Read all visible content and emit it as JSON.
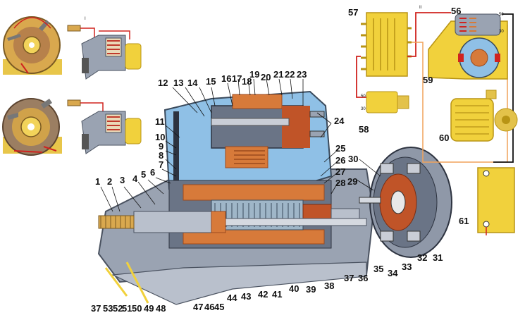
{
  "callouts": [
    "1",
    "2",
    "3",
    "4",
    "5",
    "6",
    "7",
    "8",
    "9",
    "10",
    "11",
    "12",
    "13",
    "14",
    "15",
    "16",
    "17",
    "18",
    "19",
    "20",
    "21",
    "22",
    "23",
    "24",
    "25",
    "26",
    "27",
    "28",
    "29",
    "30",
    "31",
    "32",
    "33",
    "34",
    "35",
    "36",
    "37",
    "38",
    "39",
    "40",
    "41",
    "42",
    "43",
    "44",
    "45",
    "46",
    "47",
    "48",
    "49",
    "50",
    "51",
    "52",
    "53",
    "37",
    "56",
    "57",
    "58",
    "59",
    "60",
    "61"
  ],
  "small_labels": [
    "II",
    "I",
    "50",
    "30",
    "50",
    "30"
  ],
  "colors": {
    "housing_gray": "#9aa3b2",
    "housing_dark": "#5d6678",
    "interior_blue": "#8fc0e6",
    "copper": "#d77a3a",
    "copper_dark": "#9c4a1d",
    "yellow": "#f1d13c",
    "yellow_dark": "#b89415",
    "wire_red": "#d0231f",
    "wire_black": "#111111",
    "wire_orange": "#f0a25a"
  }
}
